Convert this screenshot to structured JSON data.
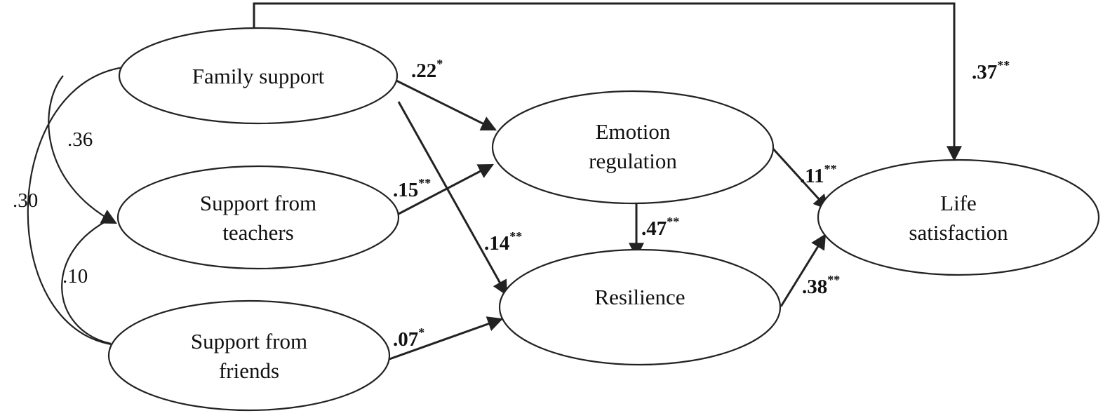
{
  "nodes": {
    "family": {
      "lines": [
        "Family support"
      ]
    },
    "teachers": {
      "lines": [
        "Support from",
        "teachers"
      ]
    },
    "friends": {
      "lines": [
        "Support from",
        "friends"
      ]
    },
    "emotion": {
      "lines": [
        "Emotion",
        "regulation"
      ]
    },
    "resilience": {
      "lines": [
        "Resilience"
      ]
    },
    "life": {
      "lines": [
        "Life",
        "satisfaction"
      ]
    }
  },
  "paths": {
    "family_to_emotion": {
      "value": ".22",
      "sig": "*"
    },
    "teachers_to_emotion": {
      "value": ".15",
      "sig": "**"
    },
    "family_to_resilience": {
      "value": ".14",
      "sig": "**"
    },
    "friends_to_resilience": {
      "value": ".07",
      "sig": "*"
    },
    "emotion_to_resilience": {
      "value": ".47",
      "sig": "**"
    },
    "emotion_to_life": {
      "value": ".11",
      "sig": "**"
    },
    "resilience_to_life": {
      "value": ".38",
      "sig": "**"
    },
    "family_to_life": {
      "value": ".37",
      "sig": "**"
    }
  },
  "correlations": {
    "family_teachers": {
      "value": ".36"
    },
    "teachers_friends": {
      "value": ".10"
    },
    "family_friends": {
      "value": ".30"
    }
  }
}
